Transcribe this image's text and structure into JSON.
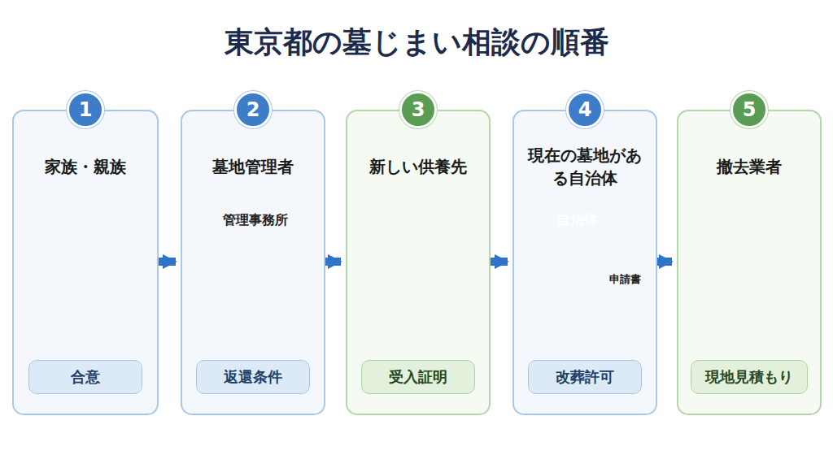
{
  "diagram": {
    "title": "東京都の墓じまい相談の順番",
    "nodes": [
      {
        "text": [
          "家族・親族"
        ]
      },
      {
        "text": [
          "1"
        ],
        "in": 0
      },
      {
        "text": [
          "合意"
        ],
        "in": 0
      },
      {
        "text": [
          "墓地管理者"
        ]
      },
      {
        "text": [
          "2"
        ],
        "in": 3
      },
      {
        "text": [
          "返還条件"
        ],
        "in": 3
      },
      {
        "text": [
          "新しい供養先"
        ]
      },
      {
        "text": [
          "3"
        ],
        "in": 6
      },
      {
        "text": [
          "受入証明"
        ],
        "in": 6
      },
      {
        "text": [
          "現在の墓地がある自治体"
        ]
      },
      {
        "text": [
          "4"
        ],
        "in": 9
      },
      {
        "text": [
          "改葬許可"
        ],
        "in": 9
      },
      {
        "text": [
          "撤去業者"
        ]
      },
      {
        "text": [
          "5"
        ],
        "in": 12
      },
      {
        "text": [
          "現地見積もり"
        ],
        "in": 12
      }
    ],
    "edges": [
      {
        "from": 0,
        "to": 3,
        "arrow": "to"
      },
      {
        "from": 3,
        "to": 6,
        "arrow": "to"
      },
      {
        "from": 6,
        "to": 9,
        "arrow": "to"
      },
      {
        "from": 9,
        "to": 12,
        "arrow": "to"
      }
    ],
    "labels": [
      "管理事務所",
      "自治体",
      "申請書"
    ]
  }
}
